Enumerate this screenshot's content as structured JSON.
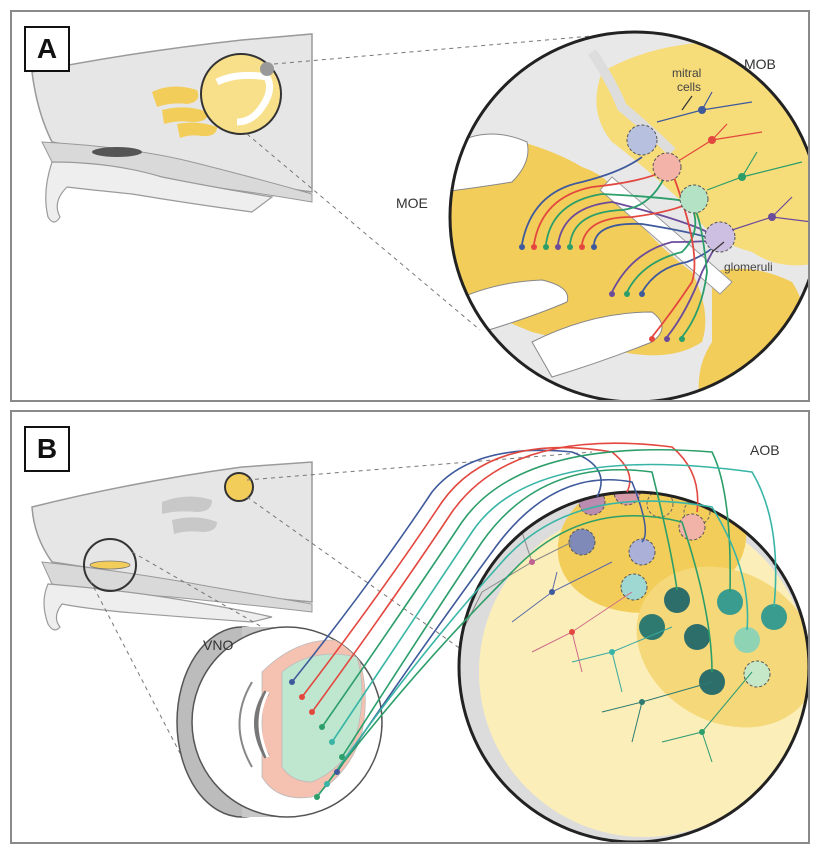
{
  "panel_a": {
    "letter": "A",
    "labels": {
      "moe": "MOE",
      "mob": "MOB",
      "mitral_cells_1": "mitral",
      "mitral_cells_2": "cells",
      "glomeruli": "glomeruli"
    }
  },
  "panel_b": {
    "letter": "B",
    "labels": {
      "vno": "VNO",
      "aob": "AOB"
    }
  },
  "colors": {
    "yellow": "#f3cd59",
    "pale_yellow": "#fbeeb9",
    "gray_tissue": "#d4d4d4",
    "blue": "#3f5a9c",
    "red": "#e2483f",
    "green": "#2c9e6a",
    "teal": "#38b5a6",
    "purple": "#6b4c9a"
  }
}
